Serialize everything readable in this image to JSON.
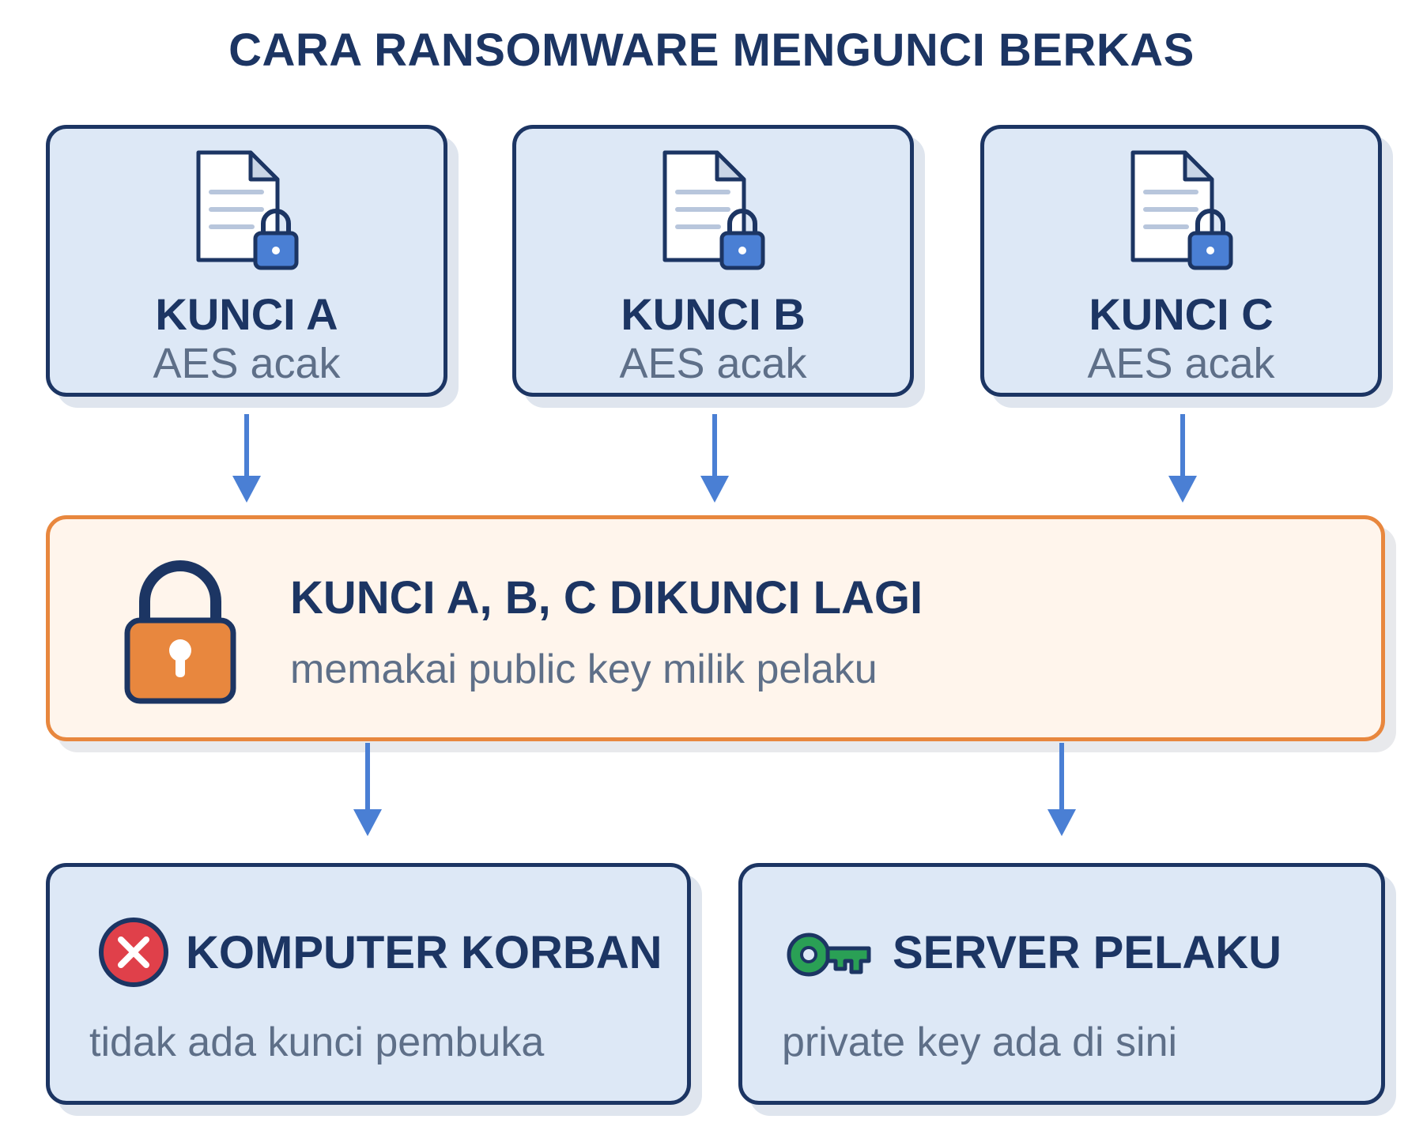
{
  "title": "CARA RANSOMWARE MENGUNCI BERKAS",
  "keys": [
    {
      "label": "KUNCI A",
      "sub": "AES acak"
    },
    {
      "label": "KUNCI B",
      "sub": "AES acak"
    },
    {
      "label": "KUNCI C",
      "sub": "AES acak"
    }
  ],
  "center": {
    "title": "KUNCI A, B, C DIKUNCI LAGI",
    "sub": "memakai public key milik pelaku"
  },
  "victim": {
    "title": "KOMPUTER KORBAN",
    "sub": "tidak ada kunci pembuka"
  },
  "attacker": {
    "title": "SERVER PELAKU",
    "sub": "private key ada di sini"
  },
  "colors": {
    "navy": "#1c3563",
    "box_fill": "#dde8f6",
    "arrow_blue": "#4a7fd4",
    "lock_blue": "#4a7fd4",
    "orange": "#e8873e",
    "red": "#e0404a",
    "green": "#2aa055"
  },
  "icons": {
    "file": "locked-file-icon",
    "big_lock": "padlock-icon",
    "victim": "error-x-icon",
    "attacker": "key-icon"
  }
}
